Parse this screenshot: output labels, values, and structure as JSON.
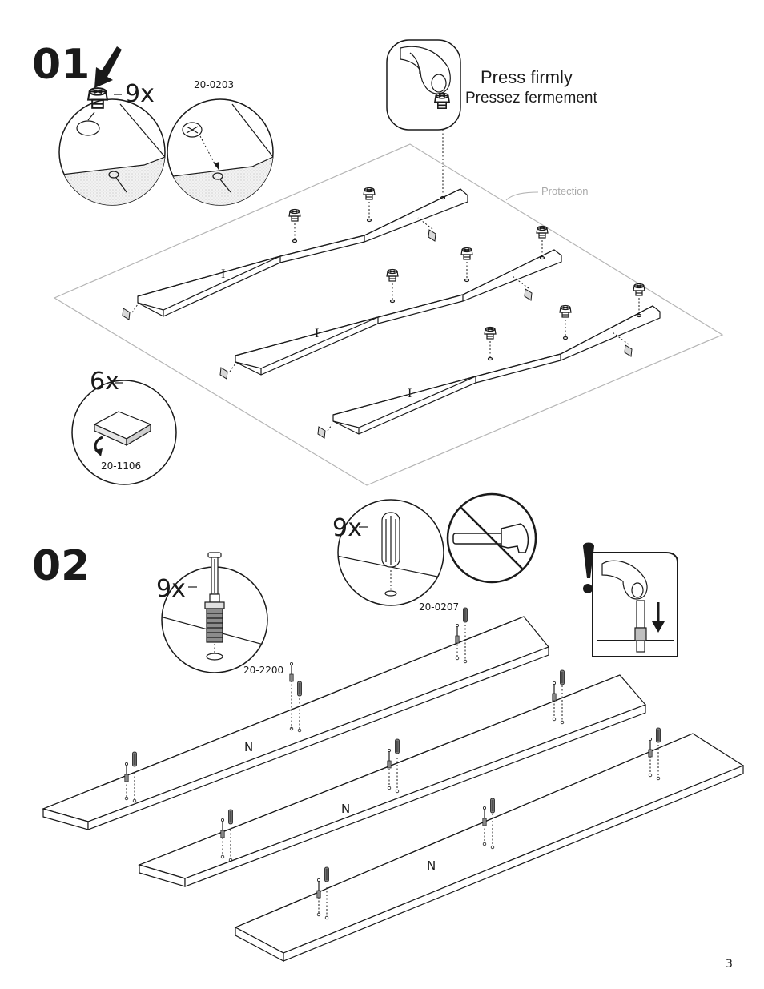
{
  "step1": {
    "number": "01",
    "cam_quantity": "9x",
    "cam_part_code": "20-0203",
    "press_instruction_en": "Press firmly",
    "press_instruction_fr": "Pressez fermement",
    "surface_label": "Protection",
    "board_label": "I",
    "pad_quantity": "6x",
    "pad_part_code": "20-1106"
  },
  "step2": {
    "number": "02",
    "bolt_quantity": "9x",
    "bolt_part_code": "20-2200",
    "dowel_quantity": "9x",
    "dowel_part_code": "20-0207",
    "board_label": "N"
  },
  "page_number": "3",
  "icons": [
    "down-arrow-icon",
    "hammer-prohibited-icon",
    "warning-exclamation-icon",
    "finger-press-icon"
  ]
}
